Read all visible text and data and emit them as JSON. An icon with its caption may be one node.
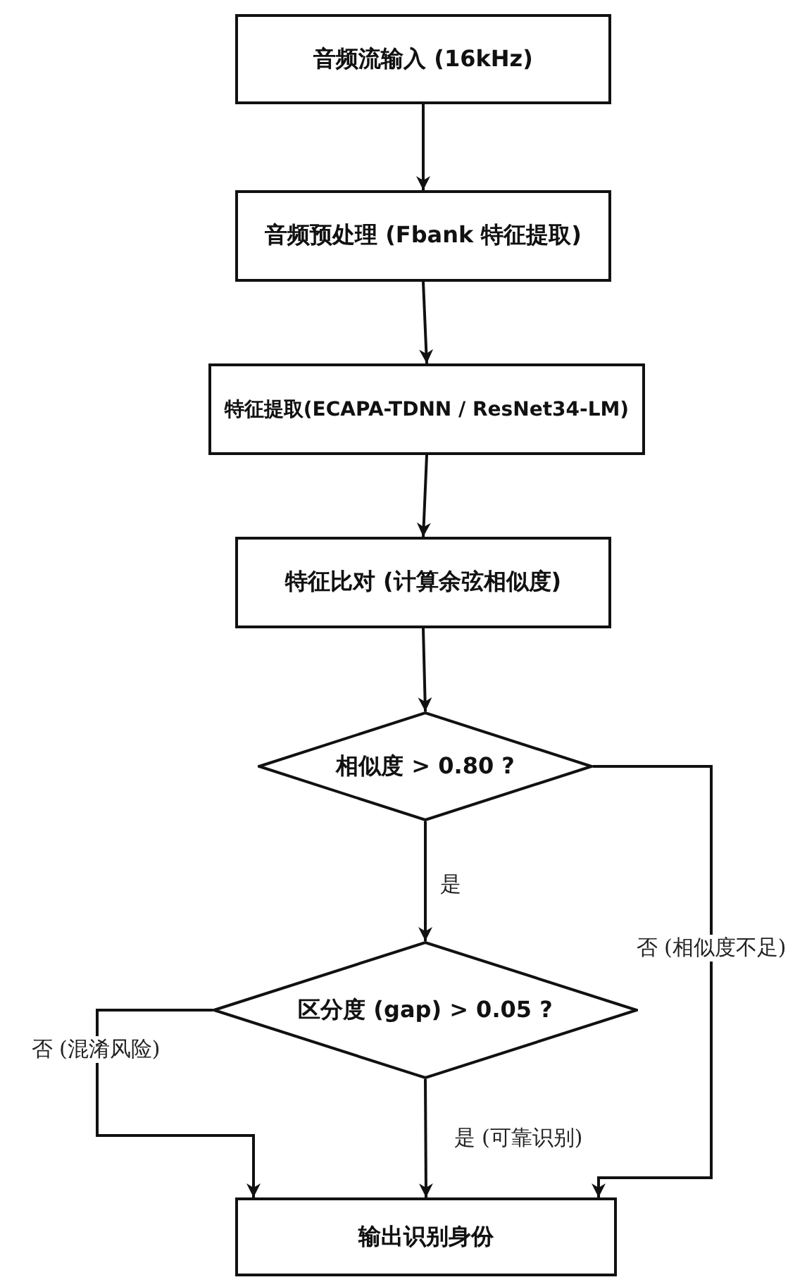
{
  "diagram": {
    "nodes": [
      {
        "text": [
          "音频流输入 (16kHz)"
        ]
      },
      {
        "text": [
          "音频预处理 (Fbank 特征提取)"
        ]
      },
      {
        "text": [
          "特征提取(ECAPA-TDNN / ResNet34-LM)"
        ]
      },
      {
        "text": [
          "特征比对 (计算余弦相似度)"
        ]
      },
      {
        "text": [
          "相似度 > 0.80 ?"
        ]
      },
      {
        "text": [
          "区分度 (gap) > 0.05 ?"
        ]
      },
      {
        "text": [
          "输出识别身份"
        ]
      }
    ],
    "edges": [
      {
        "from": 0,
        "to": 1,
        "arrow": "to"
      },
      {
        "from": 1,
        "to": 2,
        "arrow": "to"
      },
      {
        "from": 2,
        "to": 3,
        "arrow": "to"
      },
      {
        "from": 3,
        "to": 4,
        "arrow": "to"
      },
      {
        "from": 4,
        "to": 5,
        "arrow": "to",
        "label": "是"
      },
      {
        "from": 5,
        "to": 6,
        "arrow": "to",
        "label": "是 (可靠识别)"
      },
      {
        "from": 4,
        "to": 6,
        "arrow": "to",
        "label": "否 (相似度不足)"
      },
      {
        "from": 5,
        "to": 6,
        "arrow": "to",
        "label": "否 (混淆风险)"
      }
    ]
  }
}
